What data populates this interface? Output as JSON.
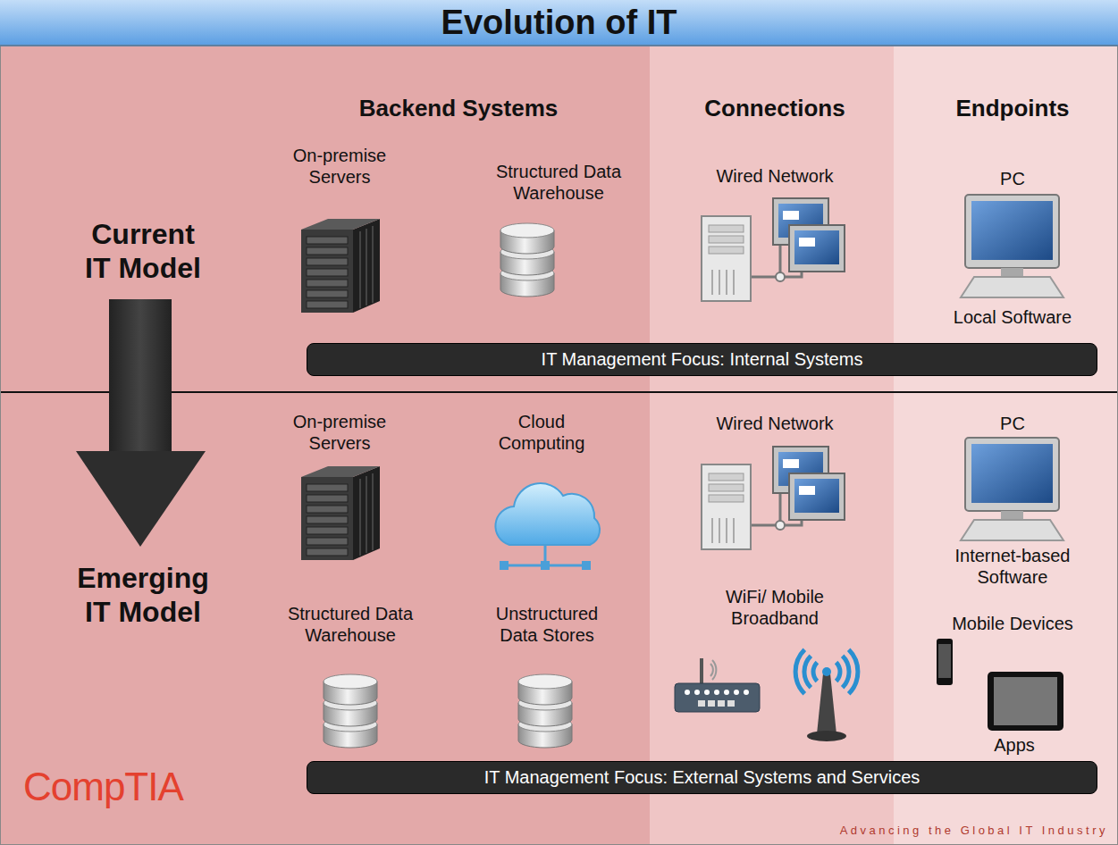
{
  "diagram": {
    "title": "Evolution of IT",
    "nodes": [
      {
        "text": [
          "IT Management Focus: Internal Systems"
        ]
      },
      {
        "text": [
          "IT Management Focus: External Systems and Services"
        ]
      }
    ],
    "labels": [
      "Backend Systems",
      "Connections",
      "Endpoints",
      "Current IT Model",
      "On-premise Servers",
      "Structured Data Warehouse",
      "Wired Network",
      "PC",
      "Local Software",
      "Emerging IT Model",
      "On-premise Servers",
      "Cloud Computing",
      "Wired Network",
      "PC",
      "Internet-based Software",
      "Structured Data Warehouse",
      "Unstructured Data Stores",
      "WiFi/ Mobile Broadband",
      "Mobile Devices",
      "Apps",
      "CompTIA",
      "Advancing the Global IT Industry"
    ]
  }
}
